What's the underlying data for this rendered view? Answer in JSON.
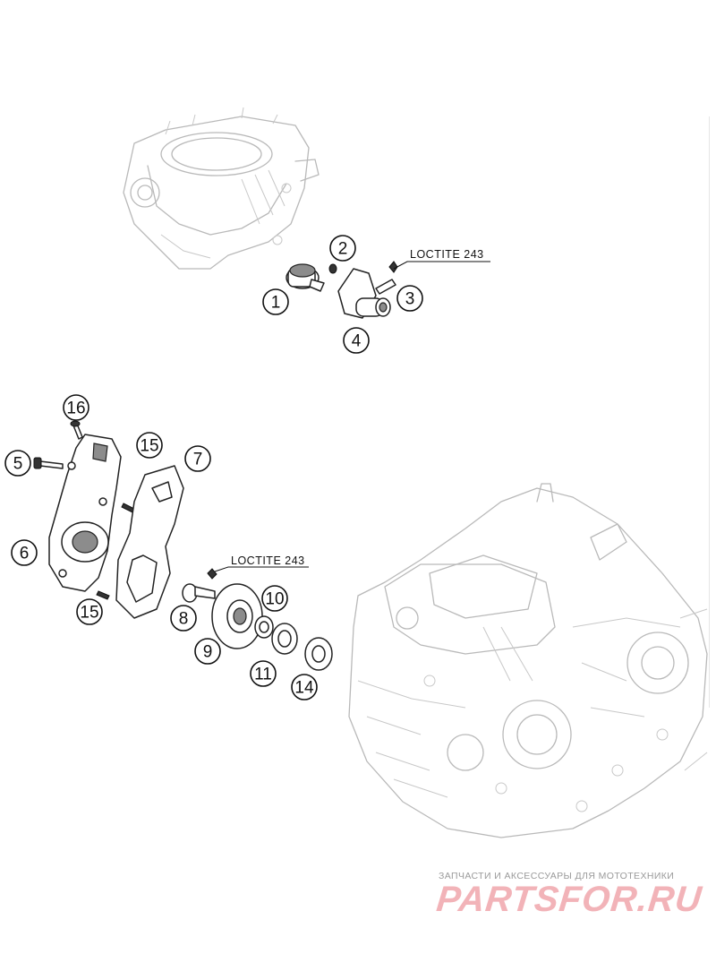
{
  "diagram": {
    "callouts": [
      "1",
      "2",
      "3",
      "4",
      "5",
      "6",
      "7",
      "8",
      "9",
      "10",
      "11",
      "14",
      "15",
      "15",
      "16"
    ],
    "loctite_upper": "LOCTITE 243",
    "loctite_lower": "LOCTITE 243"
  },
  "watermark": {
    "subtitle": "ЗАПЧАСТИ И АКСЕССУАРЫ ДЛЯ МОТОТЕХНИКИ",
    "brand": "PARTSFOR.RU",
    "color": "#f2b3b8"
  }
}
